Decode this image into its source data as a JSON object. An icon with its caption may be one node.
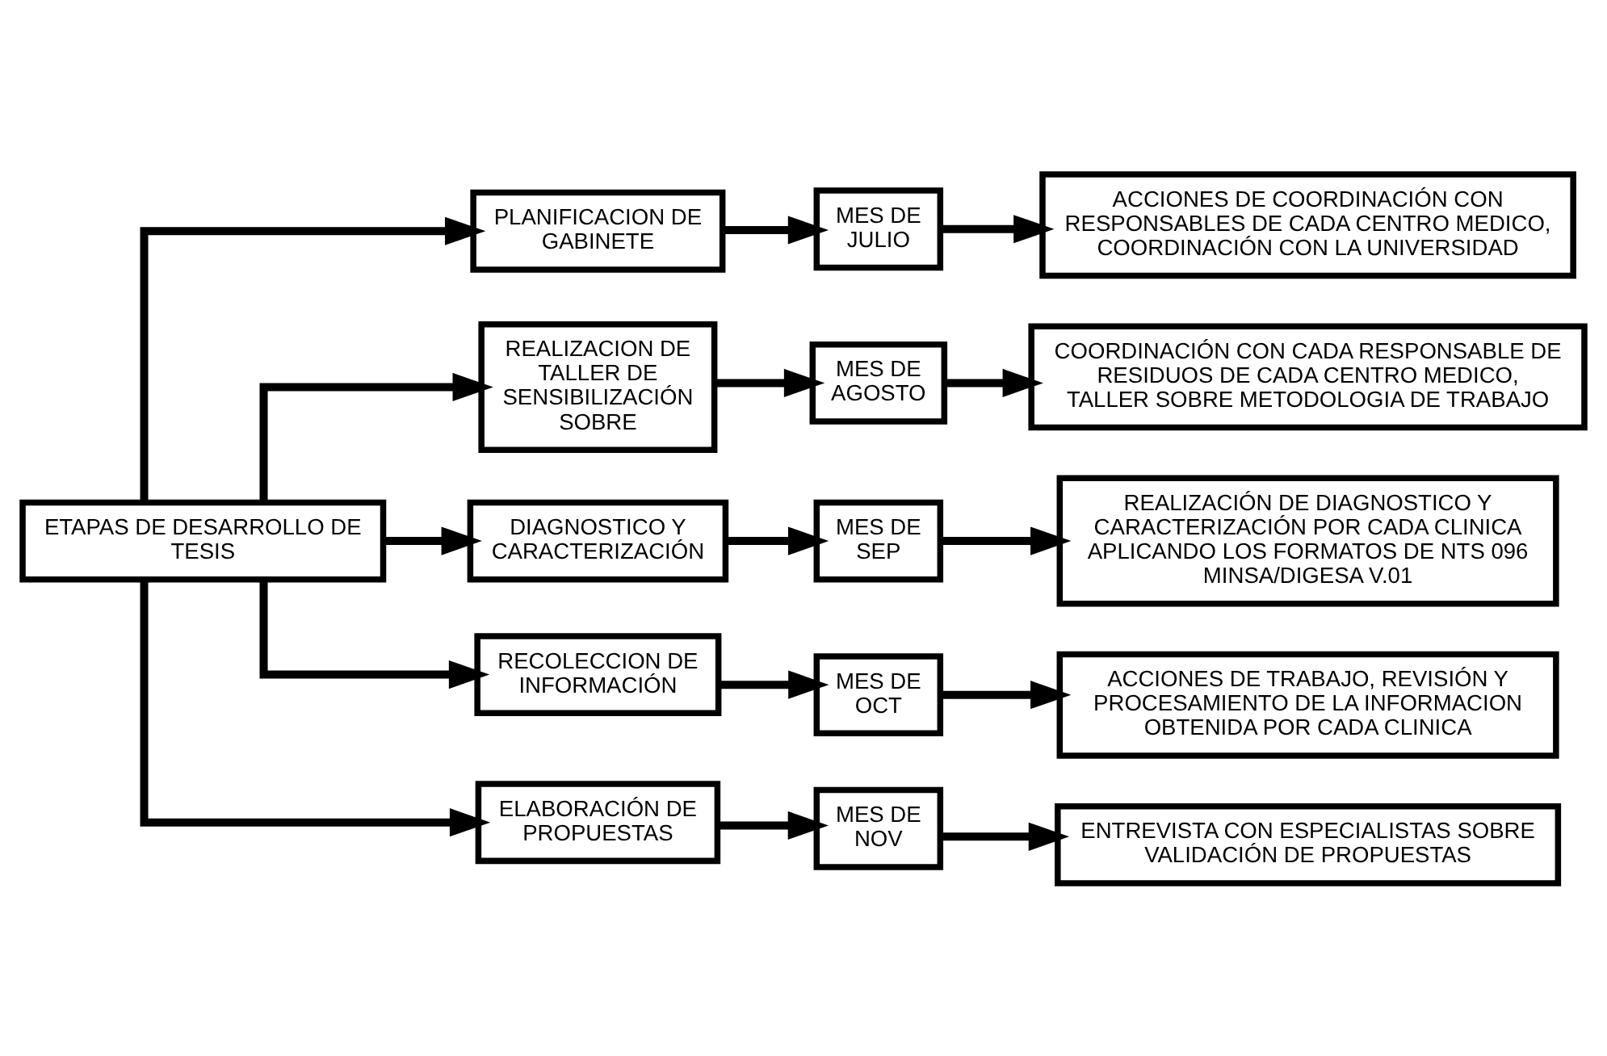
{
  "diagram": {
    "nodes": [
      {
        "text": [
          "ETAPAS DE DESARROLLO DE TESIS"
        ]
      },
      {
        "text": [
          "PLANIFICACION DE GABINETE"
        ]
      },
      {
        "text": [
          "MES DE JULIO"
        ]
      },
      {
        "text": [
          "ACCIONES DE COORDINACIÓN CON RESPONSABLES DE CADA CENTRO MEDICO, COORDINACIÓN CON LA UNIVERSIDAD"
        ]
      },
      {
        "text": [
          "REALIZACION DE TALLER DE SENSIBILIZACIÓN SOBRE"
        ]
      },
      {
        "text": [
          "MES DE AGOSTO"
        ]
      },
      {
        "text": [
          "COORDINACIÓN CON CADA RESPONSABLE DE RESIDUOS DE CADA CENTRO MEDICO, TALLER SOBRE METODOLOGIA DE TRABAJO"
        ]
      },
      {
        "text": [
          "DIAGNOSTICO Y CARACTERIZACIÓN"
        ]
      },
      {
        "text": [
          "MES DE SEP"
        ]
      },
      {
        "text": [
          "REALIZACIÓN DE DIAGNOSTICO Y CARACTERIZACIÓN POR CADA CLINICA APLICANDO LOS FORMATOS DE NTS 096 MINSA/DIGESA V.01"
        ]
      },
      {
        "text": [
          "RECOLECCION DE INFORMACIÓN"
        ]
      },
      {
        "text": [
          "MES DE OCT"
        ]
      },
      {
        "text": [
          "ACCIONES DE TRABAJO, REVISIÓN Y PROCESAMIENTO DE LA INFORMACION OBTENIDA POR CADA CLINICA"
        ]
      },
      {
        "text": [
          "ELABORACIÓN DE PROPUESTAS"
        ]
      },
      {
        "text": [
          "MES DE NOV"
        ]
      },
      {
        "text": [
          "ENTREVISTA CON ESPECIALISTAS SOBRE VALIDACIÓN DE PROPUESTAS"
        ]
      }
    ],
    "edges": [
      {
        "from": 0,
        "to": 1,
        "arrow": "to"
      },
      {
        "from": 0,
        "to": 4,
        "arrow": "to"
      },
      {
        "from": 0,
        "to": 7,
        "arrow": "to"
      },
      {
        "from": 0,
        "to": 10,
        "arrow": "to"
      },
      {
        "from": 0,
        "to": 13,
        "arrow": "to"
      },
      {
        "from": 1,
        "to": 2,
        "arrow": "to"
      },
      {
        "from": 2,
        "to": 3,
        "arrow": "to"
      },
      {
        "from": 4,
        "to": 5,
        "arrow": "to"
      },
      {
        "from": 5,
        "to": 6,
        "arrow": "to"
      },
      {
        "from": 7,
        "to": 8,
        "arrow": "to"
      },
      {
        "from": 8,
        "to": 9,
        "arrow": "to"
      },
      {
        "from": 10,
        "to": 11,
        "arrow": "to"
      },
      {
        "from": 11,
        "to": 12,
        "arrow": "to"
      },
      {
        "from": 13,
        "to": 14,
        "arrow": "to"
      },
      {
        "from": 14,
        "to": 15,
        "arrow": "to"
      }
    ]
  }
}
